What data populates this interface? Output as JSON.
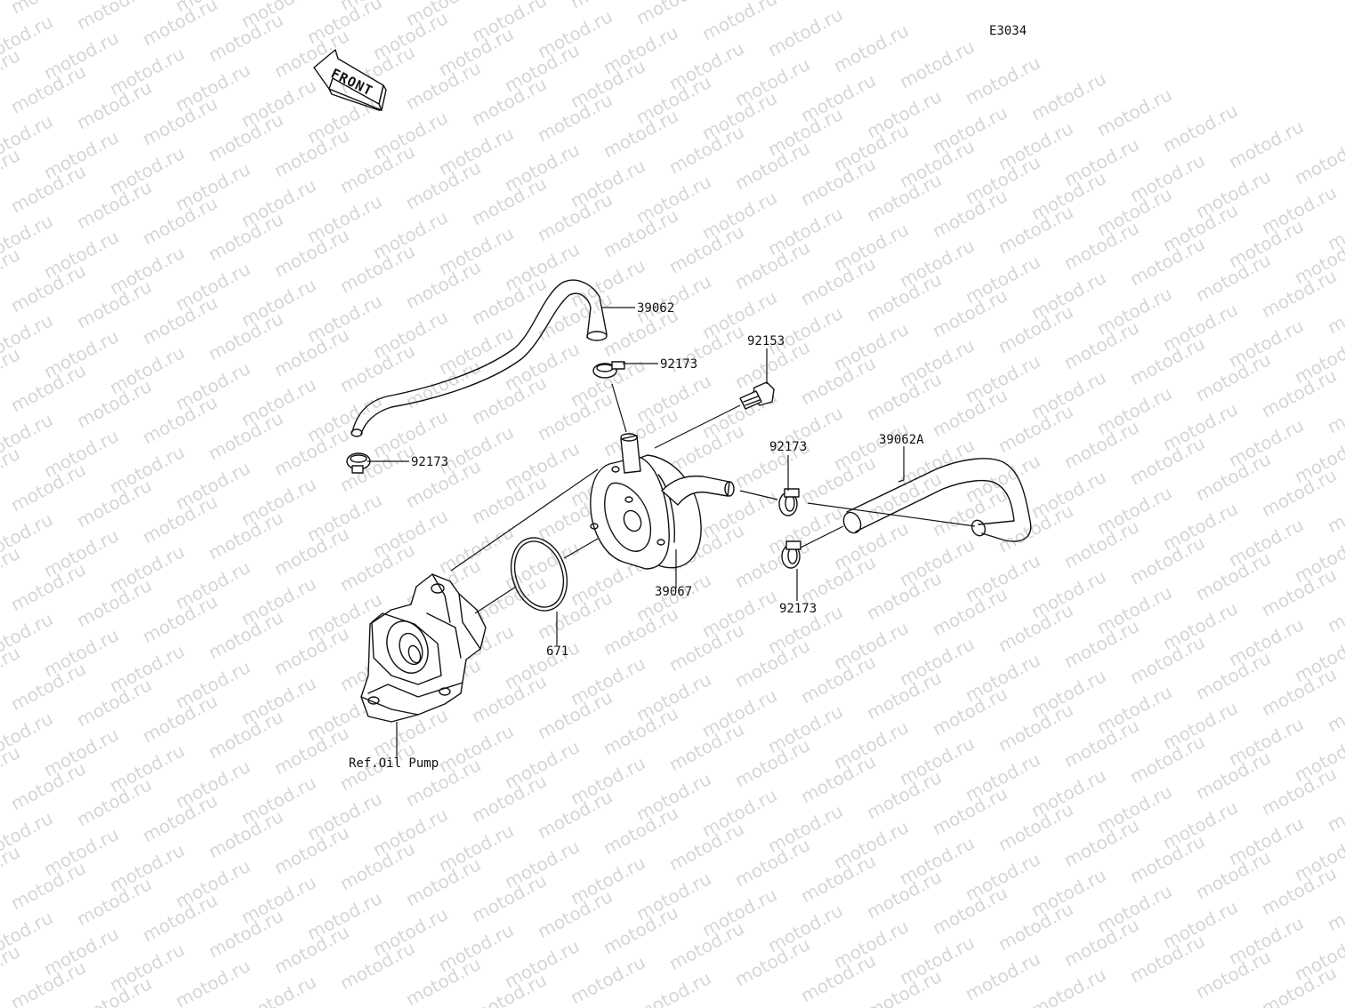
{
  "diagram": {
    "code": "E3034",
    "front_label": "FRONT",
    "watermark": "motod.ru",
    "labels": {
      "hose_upper": "39062",
      "clamp_upper": "92173",
      "bolt": "92153",
      "clamp_left": "92173",
      "clamp_right_upper": "92173",
      "hose_right": "39062A",
      "oil_cooler": "39067",
      "clamp_right_lower": "92173",
      "o_ring": "671",
      "ref_pump": "Ref.Oil Pump"
    }
  }
}
